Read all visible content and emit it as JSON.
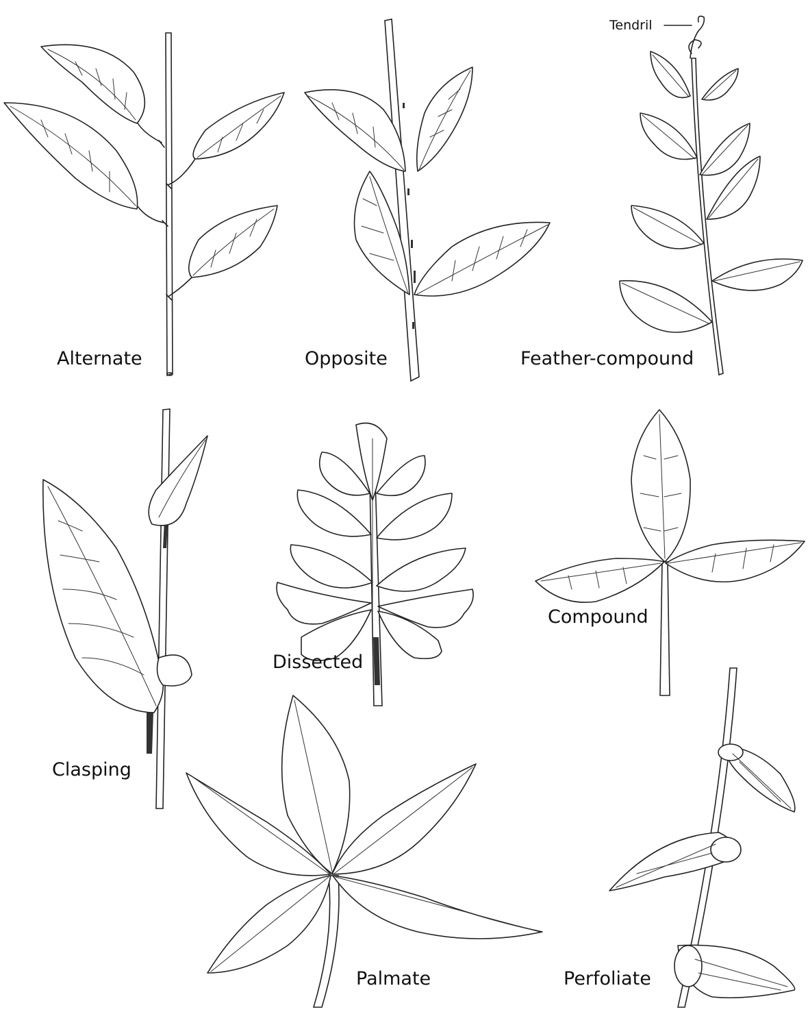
{
  "labels": {
    "alternate": "Alternate",
    "opposite": "Opposite",
    "feather_compound": "Feather-compound",
    "tendril": "Tendril",
    "clasping": "Clasping",
    "dissected": "Dissected",
    "compound": "Compound",
    "palmate": "Palmate",
    "perfoliate": "Perfoliate"
  },
  "colors": {
    "ink": "#222222",
    "background": "#ffffff"
  }
}
